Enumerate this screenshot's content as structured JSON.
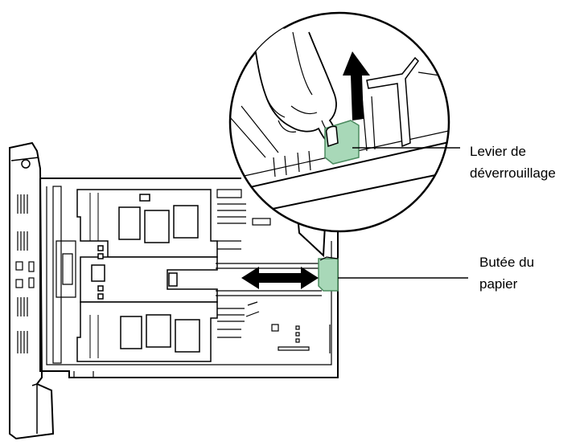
{
  "labels": {
    "release_lever": {
      "line1": "Levier de",
      "line2": "déverrouillage"
    },
    "paper_stop": {
      "line1": "Butée du",
      "line2": "papier"
    }
  },
  "colors": {
    "line": "#000000",
    "background": "#ffffff",
    "highlight_green": "#a8d8b8",
    "highlight_green_dark": "#4a8a5e"
  },
  "icons": {
    "direction_arrow": "double-headed-arrow",
    "pull_arrow": "up-arrow"
  }
}
